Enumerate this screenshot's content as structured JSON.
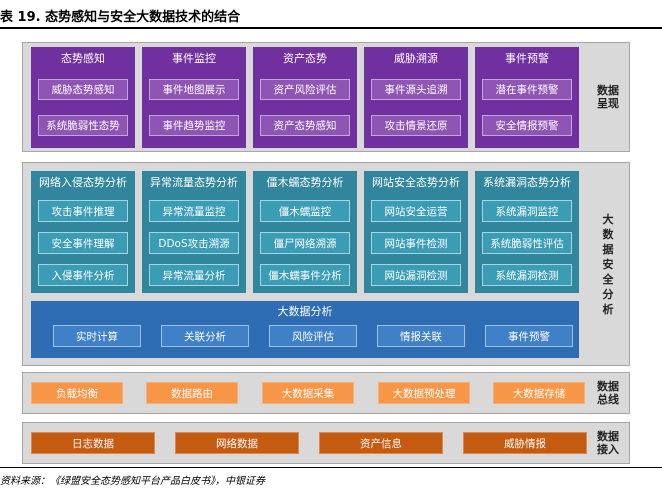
{
  "title": "表 19. 态势感知与安全大数据技术的结合",
  "source": "资料来源：《绿盟安全态势感知平台产品白皮书》，中银证券",
  "layers": {
    "presentation": {
      "label": "数据呈现",
      "columns": [
        {
          "head": "态势感知",
          "items": [
            "威胁态势感知",
            "系统脆弱性态势"
          ]
        },
        {
          "head": "事件监控",
          "items": [
            "事件地图展示",
            "事件趋势监控"
          ]
        },
        {
          "head": "资产态势",
          "items": [
            "资产风险评估",
            "资产态势感知"
          ]
        },
        {
          "head": "威胁溯源",
          "items": [
            "事件源头追溯",
            "攻击情景还原"
          ]
        },
        {
          "head": "事件预警",
          "items": [
            "潜在事件预警",
            "安全情报预警"
          ]
        }
      ]
    },
    "analysis": {
      "label": "大数据安全分析",
      "columns": [
        {
          "head": "网络入侵态势分析",
          "items": [
            "攻击事件推理",
            "安全事件理解",
            "入侵事件分析"
          ]
        },
        {
          "head": "异常流量态势分析",
          "items": [
            "异常流量监控",
            "DDoS攻击溯源",
            "异常流量分析"
          ]
        },
        {
          "head": "僵木蠕态势分析",
          "items": [
            "僵木蠕监控",
            "僵尸网络溯源",
            "僵木蠕事件分析"
          ]
        },
        {
          "head": "网站安全态势分析",
          "items": [
            "网站安全运营",
            "网站事件检测",
            "网站漏洞检测"
          ]
        },
        {
          "head": "系统漏洞态势分析",
          "items": [
            "系统漏洞监控",
            "系统脆弱性评估",
            "系统漏洞检测"
          ]
        }
      ],
      "bigdata": {
        "head": "大数据分析",
        "items": [
          "实时计算",
          "关联分析",
          "风险评估",
          "情报关联",
          "事件预警"
        ]
      }
    },
    "bus": {
      "label": "数据总线",
      "items": [
        "负载均衡",
        "数据路由",
        "大数据采集",
        "大数据预处理",
        "大数据存储"
      ]
    },
    "ingest": {
      "label": "数据接入",
      "items": [
        "日志数据",
        "网络数据",
        "资产信息",
        "威胁情报"
      ]
    }
  }
}
